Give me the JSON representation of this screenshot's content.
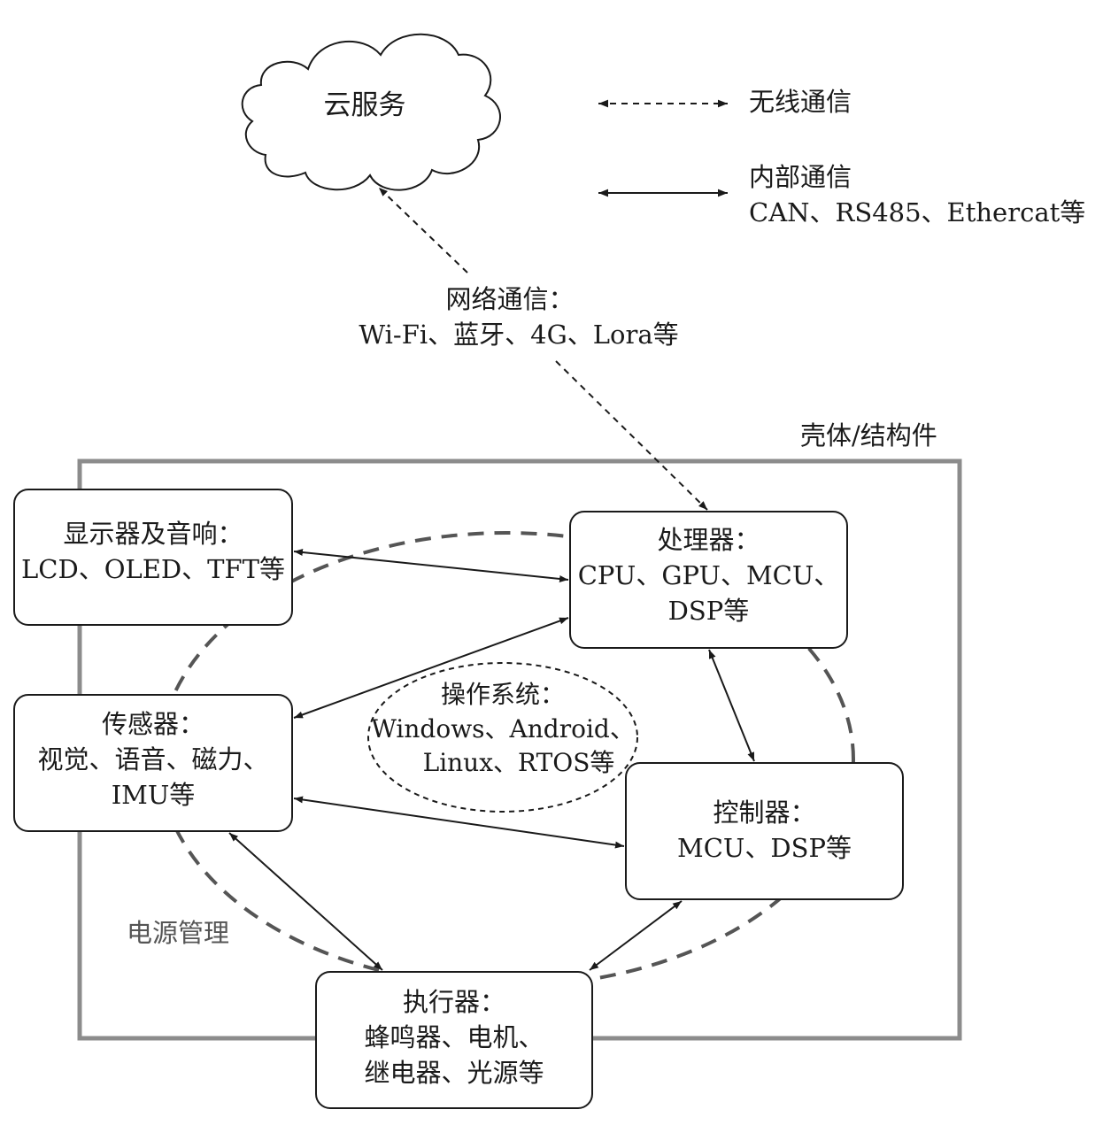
{
  "cloud": {
    "label": "云服务"
  },
  "legend": {
    "wireless": "无线通信",
    "internal_title": "内部通信",
    "internal_examples": "CAN、RS485、Ethercat等"
  },
  "network": {
    "title": "网络通信：",
    "examples": "Wi-Fi、蓝牙、4G、Lora等"
  },
  "housing": {
    "label": "壳体/结构件"
  },
  "power": {
    "label": "电源管理"
  },
  "nodes": {
    "display": {
      "title": "显示器及音响：",
      "line1": "LCD、OLED、TFT等"
    },
    "processor": {
      "title": "处理器：",
      "line1": "CPU、GPU、MCU、",
      "line2": "DSP等"
    },
    "sensor": {
      "title": "传感器：",
      "line1": "视觉、语音、磁力、",
      "line2": "IMU等"
    },
    "os": {
      "title": "操作系统：",
      "line1": "Windows、Android、",
      "line2": "Linux、RTOS等"
    },
    "controller": {
      "title": "控制器：",
      "line1": "MCU、DSP等"
    },
    "actuator": {
      "title": "执行器：",
      "line1": "蜂鸣器、电机、",
      "line2": "继电器、光源等"
    }
  }
}
